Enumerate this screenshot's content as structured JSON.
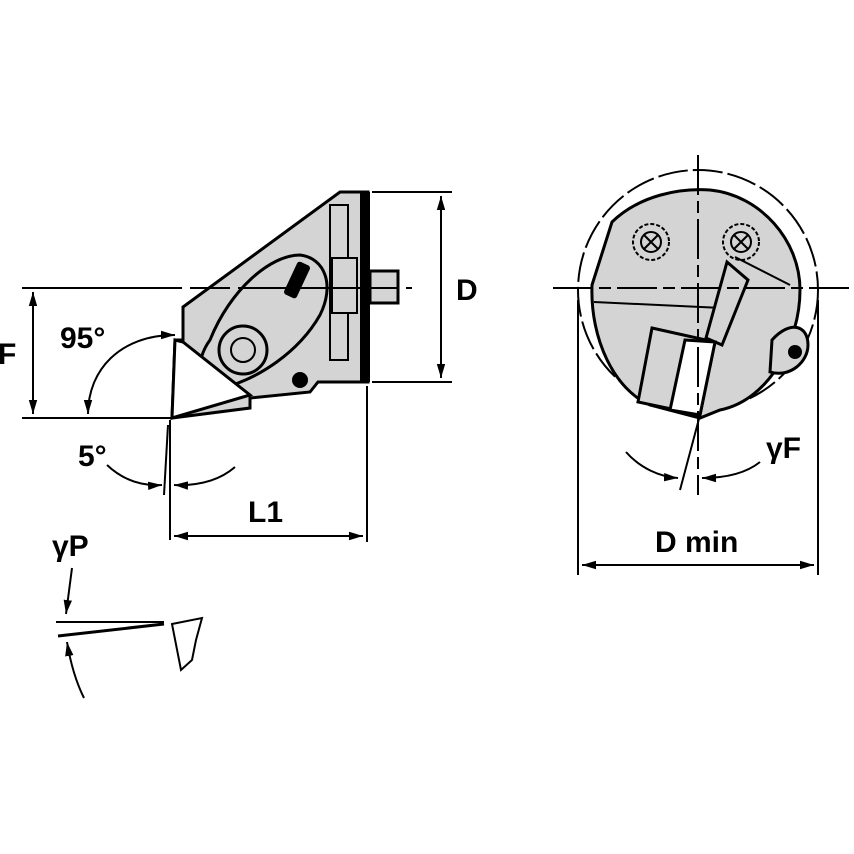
{
  "diagram": {
    "type": "technical-drawing",
    "subject": "Boring cartridge / cutting head dimensional drawing",
    "colors": {
      "line": "#000000",
      "part_fill": "#d4d4d4",
      "background": "#ffffff"
    },
    "side_view": {
      "labels": {
        "F": "F",
        "D": "D",
        "L1": "L1",
        "approach_angle": "95°",
        "clearance_angle": "5°"
      }
    },
    "end_view": {
      "labels": {
        "gamma_F": "γF",
        "D_min": "D min"
      }
    },
    "rake_detail": {
      "labels": {
        "gamma_P": "γP"
      }
    }
  }
}
